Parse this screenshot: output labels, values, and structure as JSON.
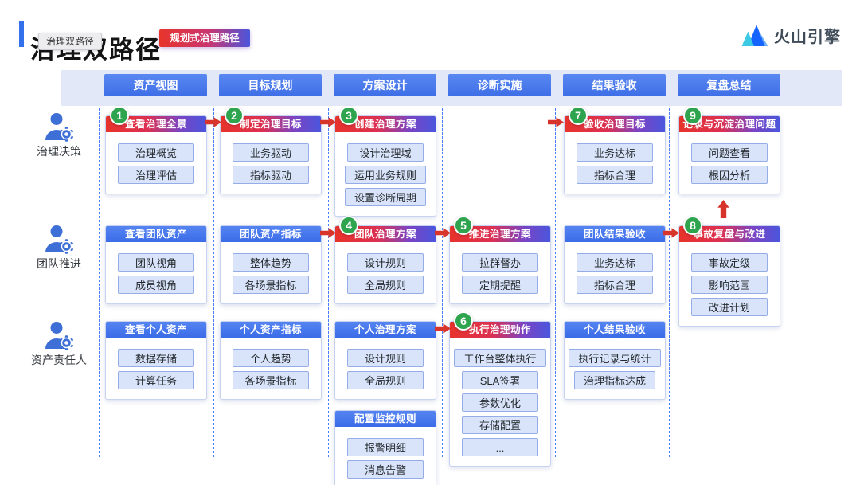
{
  "header": {
    "title": "治理双路径",
    "tooltip": "治理双路径",
    "badge": "规划式治理路径",
    "logo_text": "火山引擎"
  },
  "columns": [
    "资产视图",
    "目标规划",
    "方案设计",
    "诊断实施",
    "结果验收",
    "复盘总结"
  ],
  "rows": [
    "治理决策",
    "团队推进",
    "资产责任人"
  ],
  "boxes": {
    "view_governance_overview": {
      "num": "1",
      "title": "查看治理全景",
      "items": [
        "治理概览",
        "治理评估"
      ]
    },
    "set_governance_goals": {
      "num": "2",
      "title": "制定治理目标",
      "items": [
        "业务驱动",
        "指标驱动"
      ]
    },
    "create_governance_plan": {
      "num": "3",
      "title": "创建治理方案",
      "items": [
        "设计治理域",
        "运用业务规则",
        "设置诊断周期"
      ]
    },
    "accept_governance_goals": {
      "num": "7",
      "title": "验收治理目标",
      "items": [
        "业务达标",
        "指标合理"
      ]
    },
    "record_governance_issues": {
      "num": "9",
      "title": "记录与沉淀治理问题",
      "items": [
        "问题查看",
        "根因分析"
      ]
    },
    "view_team_assets": {
      "title": "查看团队资产",
      "items": [
        "团队视角",
        "成员视角"
      ]
    },
    "team_asset_metrics": {
      "title": "团队资产指标",
      "items": [
        "整体趋势",
        "各场景指标"
      ]
    },
    "team_governance_plan": {
      "num": "4",
      "title": "团队治理方案",
      "items": [
        "设计规则",
        "全局规则"
      ]
    },
    "advance_governance_plan": {
      "num": "5",
      "title": "推进治理方案",
      "items": [
        "拉群督办",
        "定期提醒"
      ]
    },
    "team_result_acceptance": {
      "title": "团队结果验收",
      "items": [
        "业务达标",
        "指标合理"
      ]
    },
    "incident_review": {
      "num": "8",
      "title": "事故复盘与改进",
      "items": [
        "事故定级",
        "影响范围",
        "改进计划"
      ]
    },
    "view_personal_assets": {
      "title": "查看个人资产",
      "items": [
        "数据存储",
        "计算任务"
      ]
    },
    "personal_asset_metrics": {
      "title": "个人资产指标",
      "items": [
        "个人趋势",
        "各场景指标"
      ]
    },
    "personal_governance_plan": {
      "title": "个人治理方案",
      "items": [
        "设计规则",
        "全局规则"
      ]
    },
    "execute_governance_actions": {
      "num": "6",
      "title": "执行治理动作",
      "items": [
        "工作台整体执行",
        "SLA签署",
        "参数优化",
        "存储配置",
        "..."
      ]
    },
    "personal_result_acceptance": {
      "title": "个人结果验收",
      "items": [
        "执行记录与统计",
        "治理指标达成"
      ]
    },
    "configure_monitor_rules": {
      "title": "配置监控规则",
      "items": [
        "报警明细",
        "消息告警"
      ]
    }
  },
  "colors": {
    "accent_blue": "#3370EB",
    "column_header_blue": "#4478EC",
    "gradient_red": "#E8352B",
    "gradient_blue": "#4A56DC",
    "step_badge_green": "#2FA44E",
    "arrow_red": "#D7342B",
    "dashed_line_blue": "#3370FF",
    "strip_lavender": "#E3E8F8",
    "item_fill": "#D9E4FA"
  },
  "icons": {
    "logo": "volcano-mountains-icon",
    "role": "user-gear-icon",
    "flow": "red-arrow-icon"
  }
}
